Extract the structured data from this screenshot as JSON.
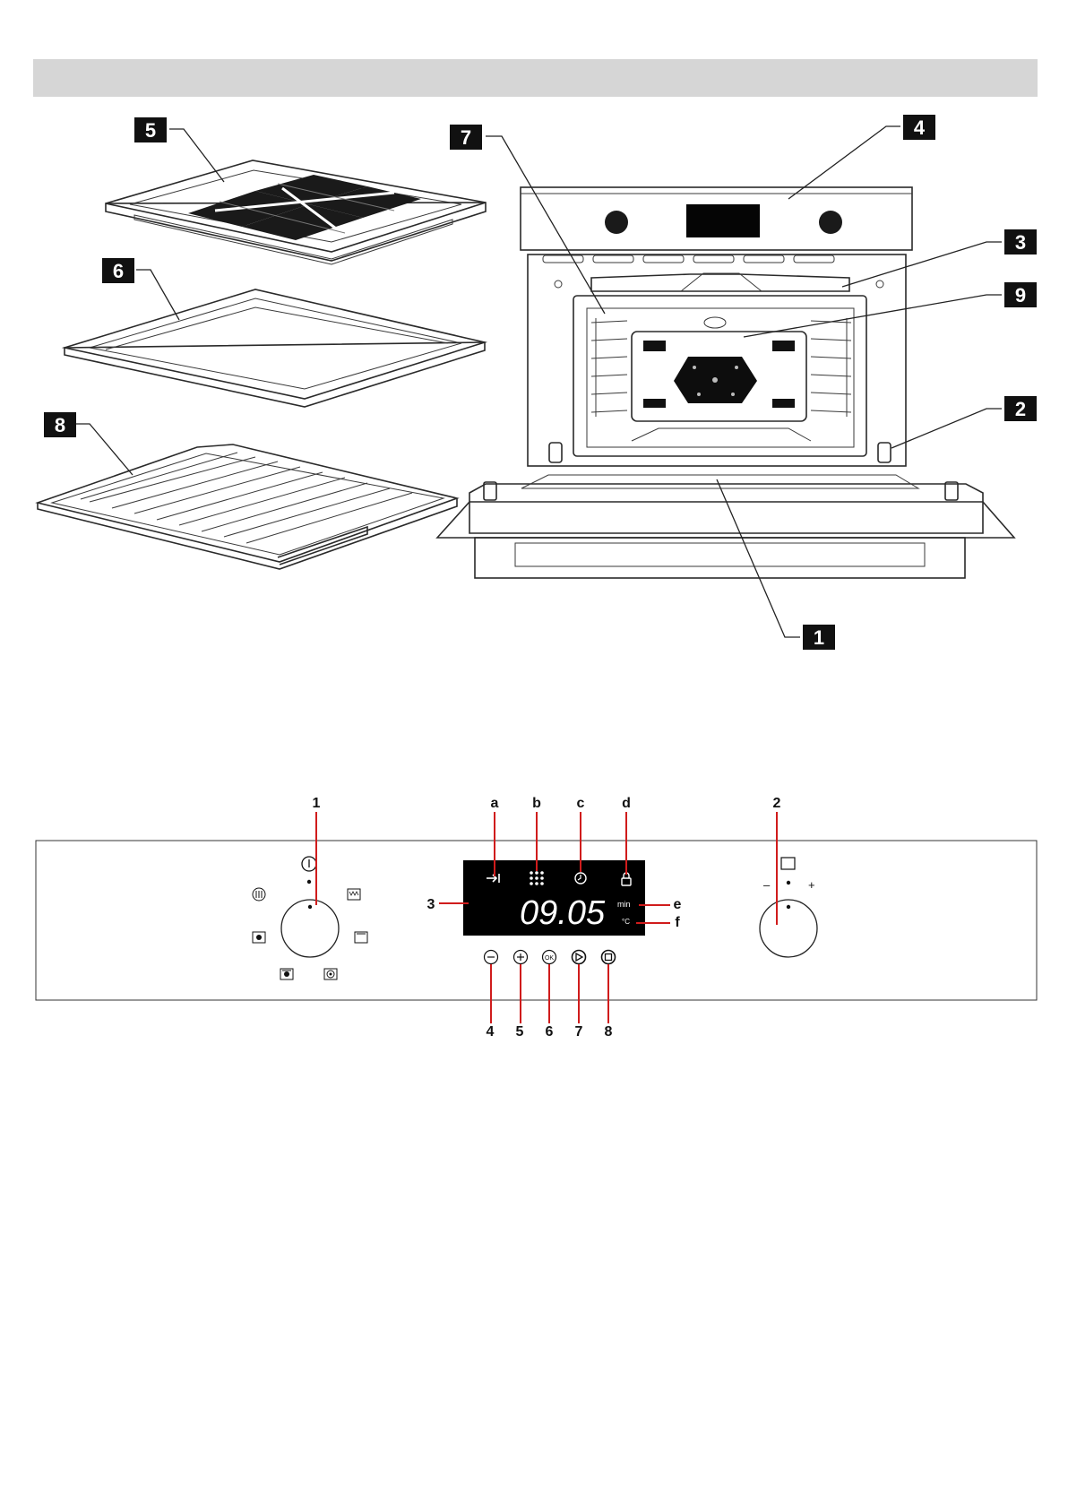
{
  "oven_callouts": [
    "1",
    "2",
    "3",
    "4",
    "5",
    "6",
    "7",
    "8",
    "9"
  ],
  "panel": {
    "top_labels": [
      "1",
      "a",
      "b",
      "c",
      "d",
      "2"
    ],
    "side_labels": [
      "3",
      "e",
      "f"
    ],
    "bottom_labels": [
      "4",
      "5",
      "6",
      "7",
      "8"
    ],
    "display_time": "09.05",
    "unit_min": "min",
    "unit_celsius": "°C",
    "ok_text": "OK",
    "minus_sign": "–",
    "plus_sign": "+"
  },
  "colors": {
    "header_bar": "#d6d6d6",
    "leader_red": "#d01c1c",
    "display_bg": "#000000"
  }
}
